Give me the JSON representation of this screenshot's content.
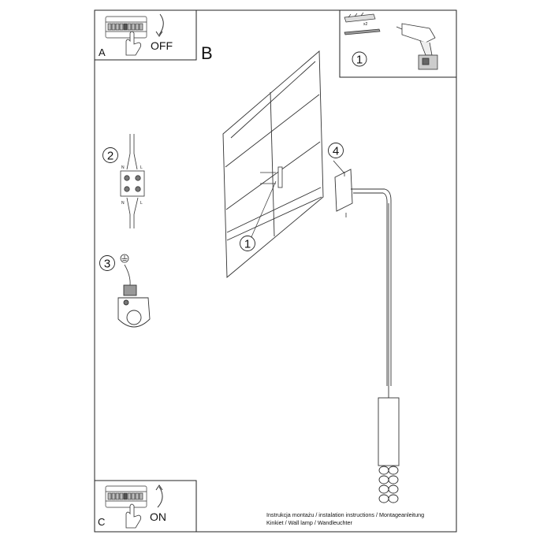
{
  "panels": {
    "a": {
      "letter": "A",
      "state": "OFF"
    },
    "b": {
      "letter": "B"
    },
    "c": {
      "letter": "C",
      "state": "ON"
    }
  },
  "steps": {
    "tools": {
      "number": "1",
      "qty": "x2"
    },
    "mount": {
      "number": "1"
    },
    "wiring": {
      "number": "2",
      "neutral": "N",
      "live": "L"
    },
    "ground": {
      "number": "3"
    },
    "fixing": {
      "number": "4"
    }
  },
  "footer": {
    "line1": "Instrukcja montażu / instalation instructions / Montageanleitung",
    "line2": "Kinkiet / Wall lamp / Wandleuchter"
  }
}
